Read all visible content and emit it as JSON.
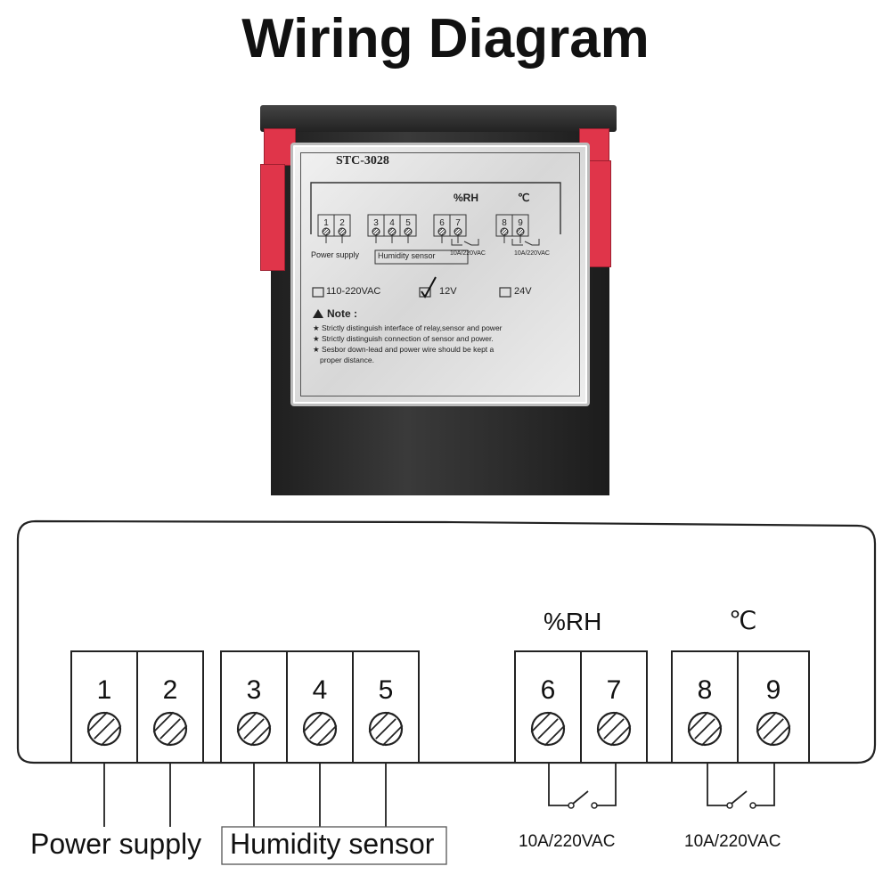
{
  "title": "Wiring Diagram",
  "device_label": {
    "model": "STC-3028",
    "header_rh": "%RH",
    "header_c": "℃",
    "terminals": [
      "1",
      "2",
      "3",
      "4",
      "5",
      "6",
      "7",
      "8",
      "9"
    ],
    "power_supply": "Power supply",
    "humidity_sensor": "Humidity sensor",
    "relay_rating_1": "10A/220VAC",
    "relay_rating_2": "10A/220VAC",
    "voltage_options": [
      "110-220VAC",
      "12V",
      "24V"
    ],
    "checked_voltage": "12V",
    "note_title": "Note :",
    "notes": [
      "Strictly distinguish interface of relay,sensor and power",
      "Strictly distinguish connection of sensor and power.",
      "Sesbor down-lead and power wire should be kept a",
      "proper distance."
    ]
  },
  "diagram": {
    "terminals": [
      "1",
      "2",
      "3",
      "4",
      "5",
      "6",
      "7",
      "8",
      "9"
    ],
    "header_rh": "%RH",
    "header_c": "℃",
    "power_supply": "Power supply",
    "humidity_sensor": "Humidity sensor",
    "relay_rating_1": "10A/220VAC",
    "relay_rating_2": "10A/220VAC"
  }
}
